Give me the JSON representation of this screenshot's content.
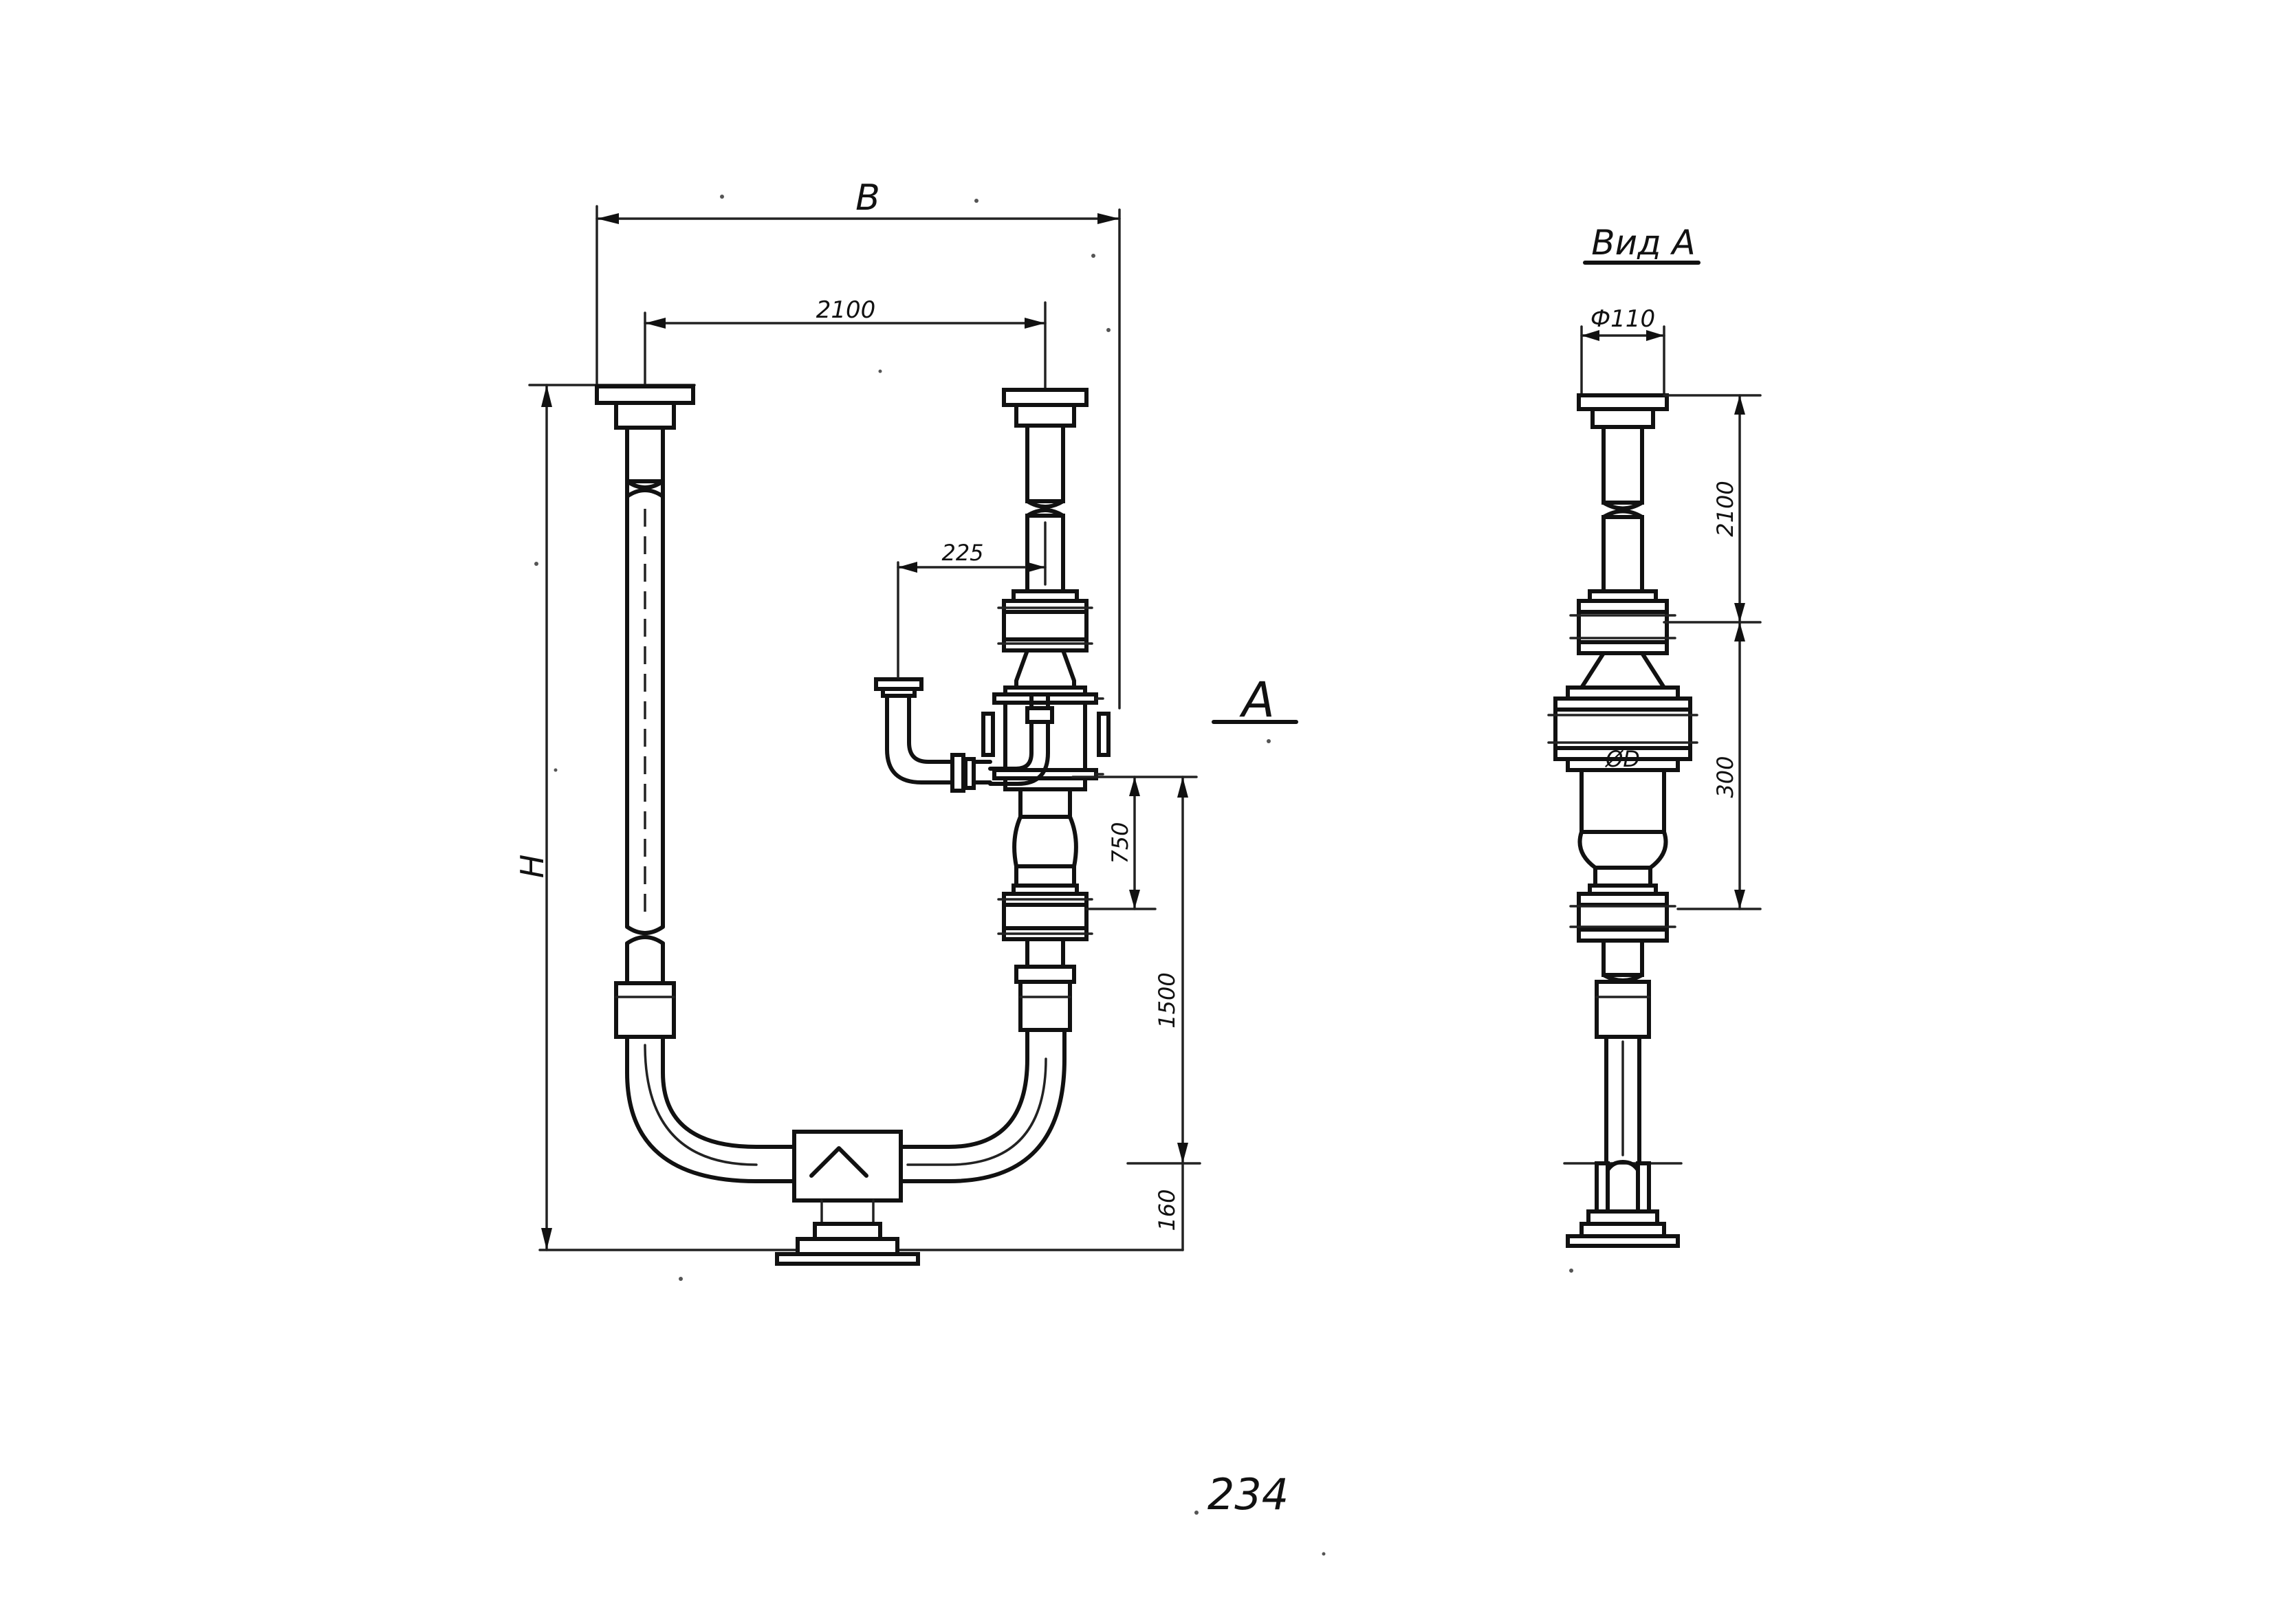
{
  "main_view": {
    "dim_width_B": "B",
    "dim_pipe_spacing": "2100",
    "dim_height_H": "H",
    "dim_branch_offset": "225",
    "dim_vessel_height": "750",
    "dim_lower_height": "1500",
    "dim_bottom_offset": "160",
    "view_marker": "A"
  },
  "side_view": {
    "title": "Вид А",
    "dim_flange_diameter": "Ф110",
    "dim_upper": "2100",
    "dim_lower": "300",
    "dim_body_diameter": "ØD"
  },
  "page_number": "234"
}
